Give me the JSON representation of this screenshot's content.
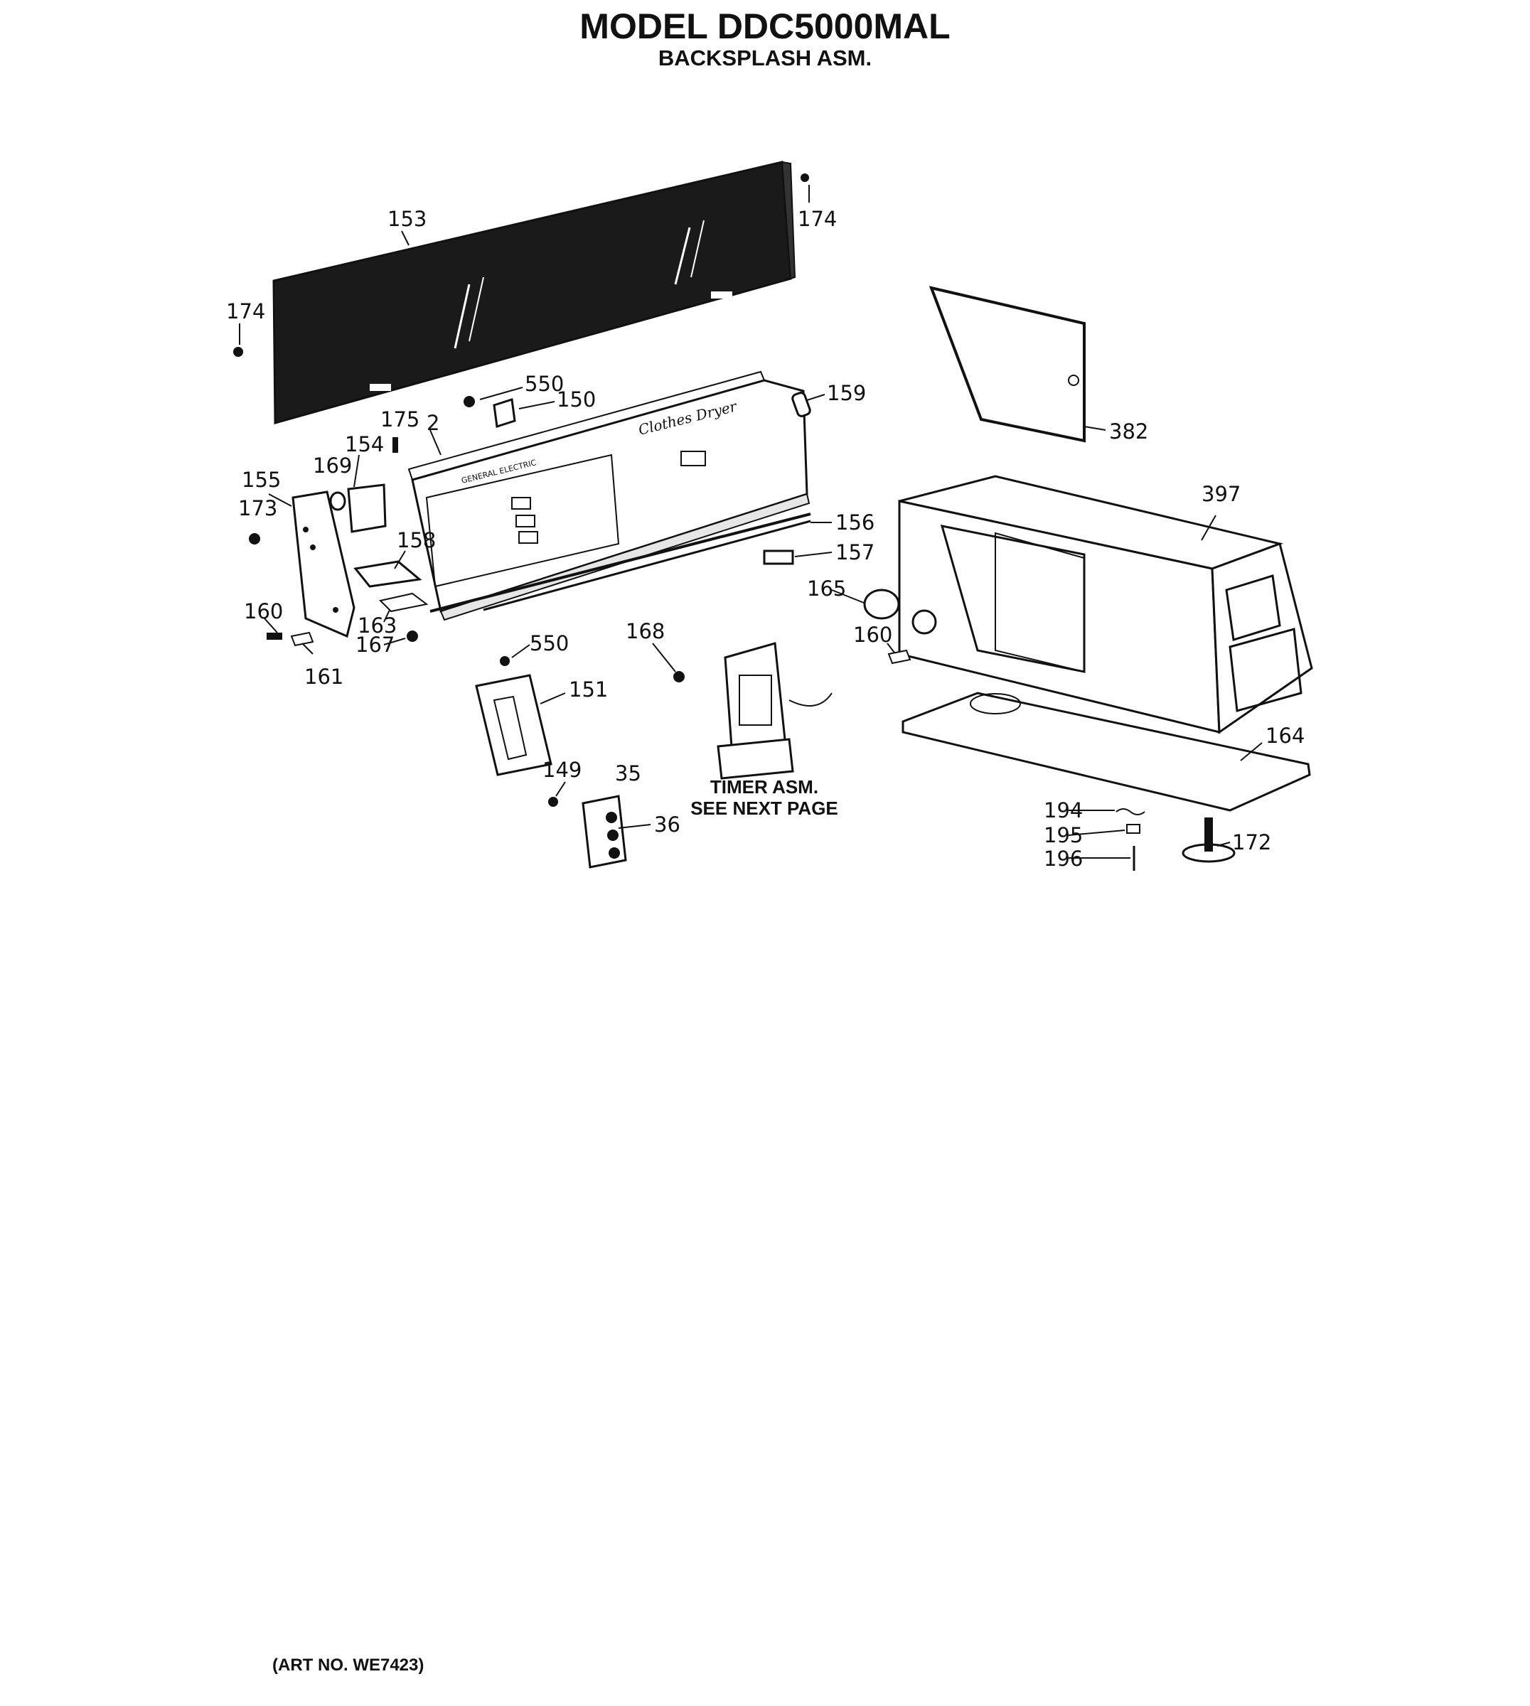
{
  "header": {
    "title": "MODEL DDC5000MAL",
    "subtitle": "BACKSPLASH ASM."
  },
  "footer": {
    "art_number": "(ART NO. WE7423)"
  },
  "panel": {
    "brand": "GENERAL ELECTRIC",
    "script": "Clothes Dryer"
  },
  "callout": {
    "line1": "TIMER ASM.",
    "line2": "SEE NEXT PAGE"
  },
  "part_numbers": {
    "p153": "153",
    "p174a": "174",
    "p174b": "174",
    "p550a": "550",
    "p150": "150",
    "p159": "159",
    "p175": "175",
    "p2": "2",
    "p154": "154",
    "p169": "169",
    "p155": "155",
    "p173": "173",
    "p158": "158",
    "p156": "156",
    "p157": "157",
    "p160a": "160",
    "p163": "163",
    "p167": "167",
    "p161": "161",
    "p550b": "550",
    "p151": "151",
    "p168": "168",
    "p165": "165",
    "p160b": "160",
    "p382": "382",
    "p397": "397",
    "p164": "164",
    "p149": "149",
    "p35": "35",
    "p36": "36",
    "p194": "194",
    "p195": "195",
    "p196": "196",
    "p172": "172"
  }
}
